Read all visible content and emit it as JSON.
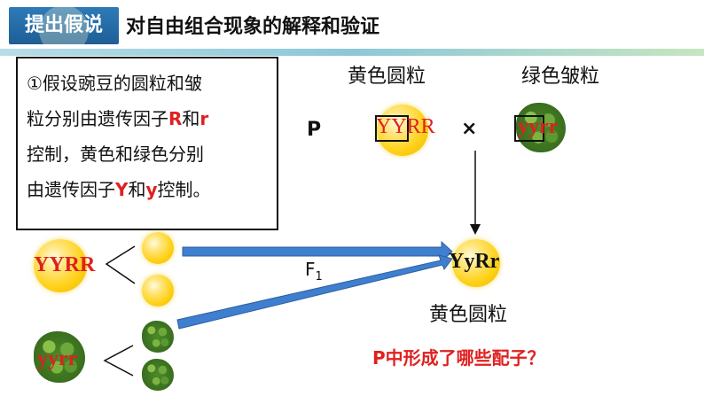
{
  "header": {
    "tag": "提出假说",
    "title": "对自由组合现象的解释和验证"
  },
  "hypothesis": {
    "line1": "①假设豌豆的圆粒和皱",
    "line2_a": "粒分别由遗传因子",
    "line2_R": "R",
    "line2_b": "和",
    "line2_r": "r",
    "line3": "控制，黄色和绿色分别",
    "line4_a": "由遗传因子",
    "line4_Y": "Y",
    "line4_b": "和",
    "line4_y": "y",
    "line4_c": "控制。"
  },
  "parents": {
    "generation": "P",
    "left_label": "黄色圆粒",
    "right_label": "绿色皱粒",
    "left_genotype": "YYRR",
    "right_genotype": "yyrr",
    "cross": "×"
  },
  "offspring": {
    "generation": "F",
    "generation_sub": "1",
    "genotype": "YyRr",
    "phenotype": "黄色圆粒"
  },
  "gametes": {
    "yellow_parent": "YYRR",
    "green_parent": "yyrr"
  },
  "question": "P中形成了哪些配子？",
  "colors": {
    "red": "#e02020",
    "arrow": "#3f7fcf",
    "header_blue": "#1f5e95"
  }
}
